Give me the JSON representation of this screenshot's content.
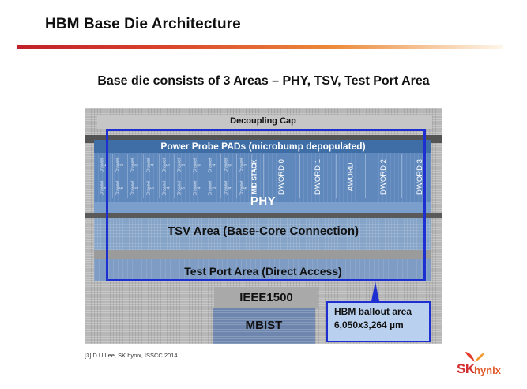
{
  "slide": {
    "title": "HBM Base Die Architecture",
    "subtitle": "Base die consists of 3 Areas – PHY, TSV, Test Port Area",
    "citation": "[3] D.U Lee, SK hynix, ISSCC 2014"
  },
  "die": {
    "decoupling_cap": "Decoupling Cap",
    "power_probe": "Power Probe PADs (microbump depopulated)",
    "phy": "PHY",
    "tsv": "TSV Area (Base-Core Connection)",
    "test_port": "Test Port Area (Direct Access)",
    "ieee": "IEEE1500",
    "mbist": "MBIST",
    "mid_stack": "MID STACK",
    "dwords": [
      "DWORD 0",
      "DWORD 1",
      "AWORD",
      "DWORD 2",
      "DWORD 3"
    ],
    "channels_top": [
      "Channel\n5",
      "Channel\n1",
      "Channel\n0",
      "Channel\n4",
      "Channel\n5",
      "Channel\n1",
      "Channel\n0",
      "Channel\n4",
      "Channel\n0",
      "Channel\n1"
    ],
    "channels_bottom": [
      "Channel\n4",
      "Channel\n5",
      "Channel\n1",
      "Channel\n5",
      "Channel\n4",
      "Channel\n5",
      "Channel\n4",
      "Channel\n1",
      "Channel\n4",
      "Channel\n5"
    ]
  },
  "ballout": {
    "line1": "HBM ballout area",
    "line2": "6,050x3,264 µm"
  },
  "logo": {
    "sk": "SK",
    "hynix": "hynix"
  },
  "colors": {
    "accent_red": "#c0202a",
    "frame_blue": "#1d2fd0",
    "phy_blue": "#5f88bd",
    "ballout_fill": "#b9d1ee"
  }
}
